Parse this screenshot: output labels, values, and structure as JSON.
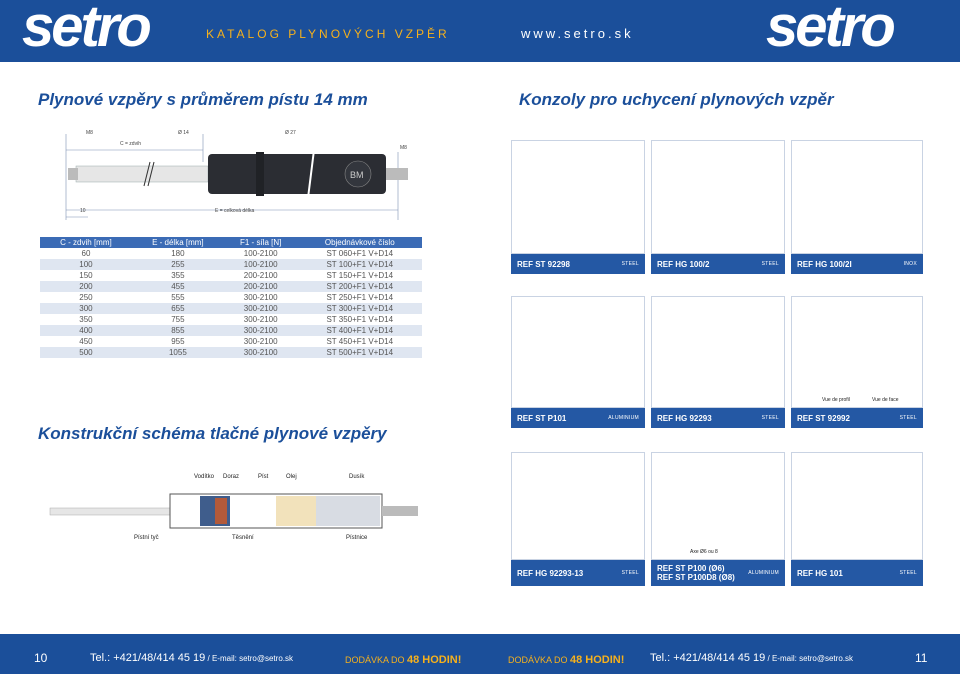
{
  "header": {
    "logo_left": "setro",
    "catalog": "KATALOG PLYNOVÝCH VZPĚR",
    "url": "www.setro.sk",
    "logo_right": "setro"
  },
  "left": {
    "title": "Plynové vzpěry s průměrem pístu 14 mm",
    "dims": {
      "m8_left": "M8",
      "c_label": "C = zdvih",
      "d14": "Ø 14",
      "d27": "Ø 27",
      "m8_right": "M8",
      "d10": "10",
      "e_label": "E = celková délka"
    },
    "table": {
      "headers": [
        "C - zdvih [mm]",
        "E - délka [mm]",
        "F1 - síla [N]",
        "Objednávkové číslo"
      ],
      "rows": [
        [
          "60",
          "180",
          "100-2100",
          "ST 060+F1 V+D14"
        ],
        [
          "100",
          "255",
          "100-2100",
          "ST 100+F1 V+D14"
        ],
        [
          "150",
          "355",
          "200-2100",
          "ST 150+F1 V+D14"
        ],
        [
          "200",
          "455",
          "200-2100",
          "ST 200+F1 V+D14"
        ],
        [
          "250",
          "555",
          "300-2100",
          "ST 250+F1 V+D14"
        ],
        [
          "300",
          "655",
          "300-2100",
          "ST 300+F1 V+D14"
        ],
        [
          "350",
          "755",
          "300-2100",
          "ST 350+F1 V+D14"
        ],
        [
          "400",
          "855",
          "300-2100",
          "ST 400+F1 V+D14"
        ],
        [
          "450",
          "955",
          "300-2100",
          "ST 450+F1 V+D14"
        ],
        [
          "500",
          "1055",
          "300-2100",
          "ST 500+F1 V+D14"
        ]
      ]
    },
    "schema_title": "Konstrukční schéma tlačné plynové vzpěry",
    "schema_labels": {
      "voditko": "Vodítko",
      "doraz": "Doraz",
      "pist": "Píst",
      "olej": "Olej",
      "dusik": "Dusík",
      "pistni_tyc": "Pístní tyč",
      "tesneni": "Těsnění",
      "pistnice": "Pístnice"
    }
  },
  "right": {
    "title": "Konzoly pro uchycení plynových vzpěr",
    "refs": [
      {
        "ref": "REF ST 92298",
        "material": "STEEL"
      },
      {
        "ref": "REF HG 100/2",
        "material": "STEEL"
      },
      {
        "ref": "REF HG 100/2I",
        "material": "INOX"
      },
      {
        "ref": "REF ST P101",
        "material": "ALUMINIUM"
      },
      {
        "ref": "REF HG 92293",
        "material": "STEEL"
      },
      {
        "ref": "REF ST 92992",
        "material": "STEEL"
      },
      {
        "ref": "REF HG 92293-13",
        "material": "STEEL"
      },
      {
        "ref": "REF ST P100 (Ø6)",
        "ref2": "REF ST P100D8 (Ø8)",
        "material": "ALUMINIUM"
      },
      {
        "ref": "REF HG 101",
        "material": "STEEL"
      }
    ],
    "vue_profil": "Vue de profil",
    "vue_face": "Vue de face",
    "axe": "Axe Ø6 ou 8"
  },
  "footer": {
    "page_left": "10",
    "tel_left": "Tel.: +421/48/414 45 19",
    "email_left": " / E-mail: setro@setro.sk",
    "deliv_left_pre": "DODÁVKA DO ",
    "deliv_left_bold": "48 HODIN!",
    "deliv_right_pre": "DODÁVKA DO ",
    "deliv_right_bold": "48 HODIN!",
    "tel_right": "Tel.: +421/48/414 45 19",
    "email_right": " / E-mail: setro@setro.sk",
    "page_right": "11"
  },
  "colors": {
    "brand_blue": "#1b4f9a",
    "accent_yellow": "#f6b11c",
    "band_blue": "#2458a4"
  }
}
